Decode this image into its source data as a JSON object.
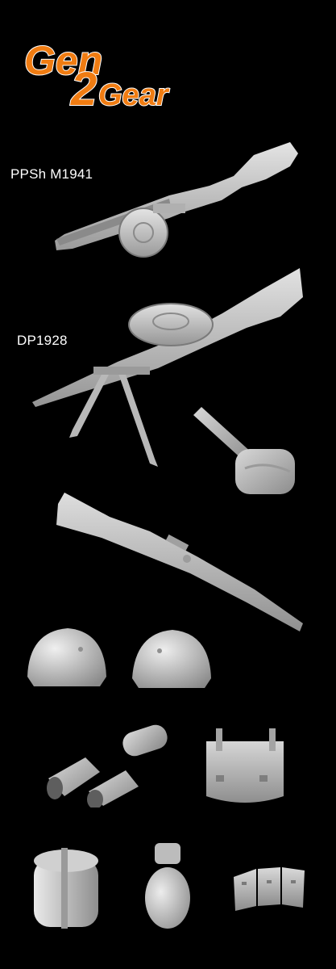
{
  "logo": {
    "word1": "Gen",
    "numeral": "2",
    "word2": "Gear",
    "colors": {
      "main": "#f07c12",
      "numeral": "#ffffff",
      "outline": "#ffffff"
    }
  },
  "labels": {
    "ppsh": "PPSh M1941",
    "dp": "DP1928"
  },
  "colors": {
    "background": "#000000",
    "part": "#c8c8c8",
    "part_shadow": "#8a8a8a",
    "label": "#ffffff"
  }
}
